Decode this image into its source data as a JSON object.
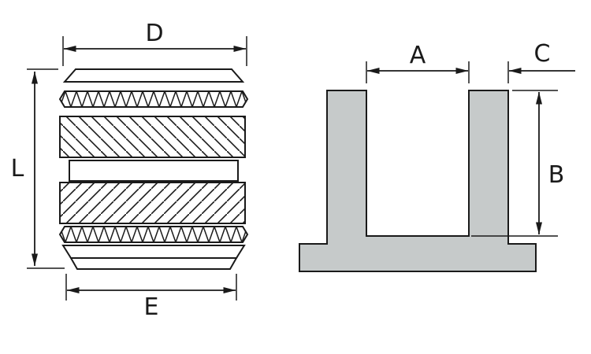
{
  "figure": {
    "background": "#ffffff",
    "line_color": "#1a1a1a",
    "section_fill": "#c6caca",
    "side_view": {
      "label_top": "D",
      "label_left": "L",
      "label_bottom": "E"
    },
    "section_view": {
      "label_inner_width": "A",
      "label_wall_thickness": "C",
      "label_height": "B"
    }
  }
}
